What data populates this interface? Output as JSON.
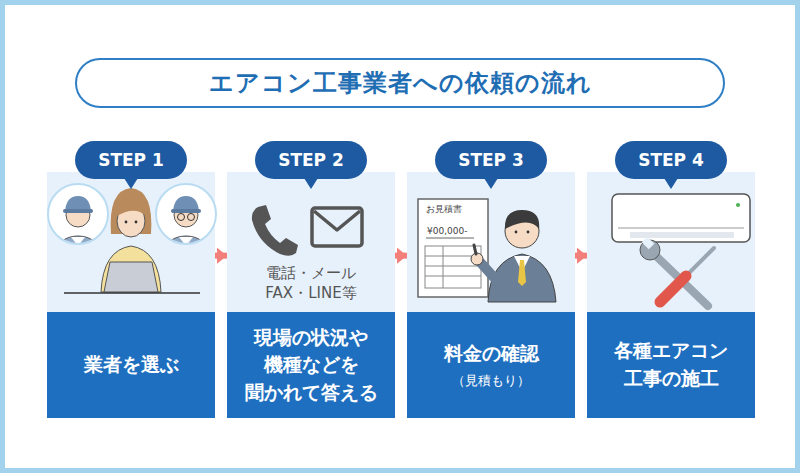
{
  "diagram": {
    "title": "エアコン工事業者への依頼の流れ",
    "nodes": [
      {
        "text": [
          "STEP 1"
        ]
      },
      {
        "text": [
          "業者を選ぶ"
        ],
        "in": 0
      },
      {
        "text": [
          "STEP 2",
          "電話・メール FAX・LINE等"
        ]
      },
      {
        "text": [
          "現場の状況や 機種などを 聞かれて答える"
        ],
        "in": 2
      },
      {
        "text": [
          "STEP 3"
        ]
      },
      {
        "text": [
          "料金の確認",
          "（見積もり）"
        ],
        "in": 4
      },
      {
        "text": [
          "STEP 4"
        ]
      },
      {
        "text": [
          "各種エアコン 工事の施工"
        ],
        "in": 6
      }
    ],
    "edges": [
      {
        "from": 0,
        "to": 2,
        "arrow": "to"
      },
      {
        "from": 2,
        "to": 4,
        "arrow": "to"
      },
      {
        "from": 4,
        "to": 6,
        "arrow": "to"
      }
    ],
    "labels": [
      "お見積書",
      "¥00,000-"
    ]
  }
}
